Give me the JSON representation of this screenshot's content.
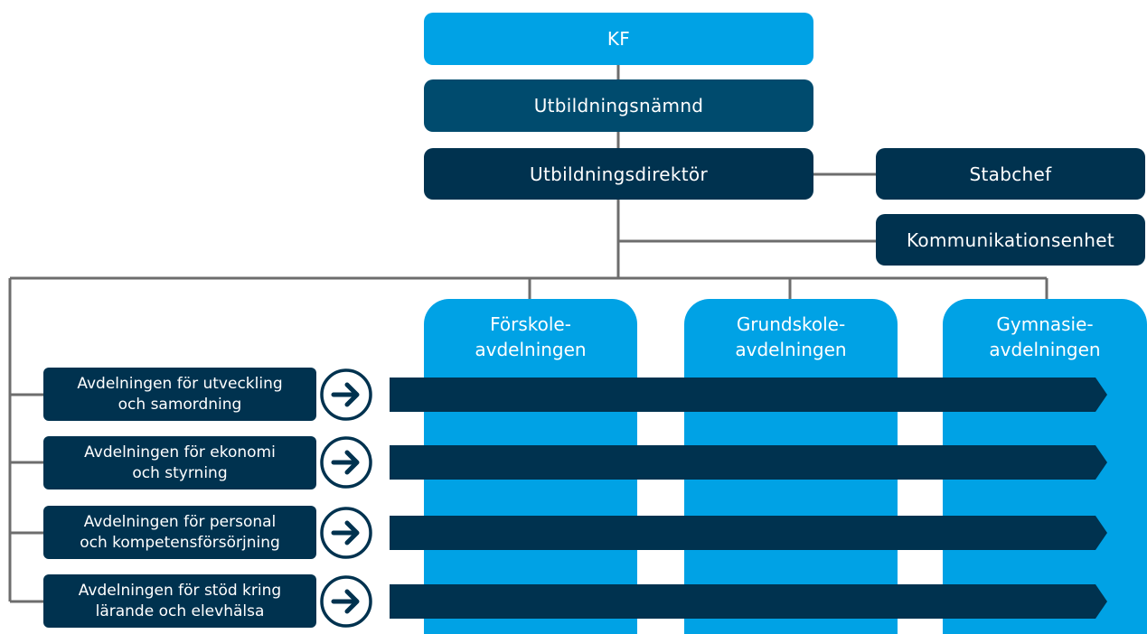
{
  "colors": {
    "light_blue": "#00a2e5",
    "teal": "#004b6e",
    "navy": "#00324f",
    "connector": "#6d6d6d",
    "arrow_icon_fill": "#ffffff"
  },
  "nodes": {
    "kf": "KF",
    "nämnd": "Utbildningsnämnd",
    "direktör": "Utbildningsdirektör",
    "stabchef": "Stabchef",
    "kommunikation": "Kommunikationsenhet"
  },
  "columns": [
    {
      "line1": "Förskole-",
      "line2": "avdelningen"
    },
    {
      "line1": "Grundskole-",
      "line2": "avdelningen"
    },
    {
      "line1": "Gymnasie-",
      "line2": "avdelningen"
    }
  ],
  "departments": [
    {
      "line1": "Avdelningen för utveckling",
      "line2": "och samordning",
      "icon": "arrow-right-icon"
    },
    {
      "line1": "Avdelningen för ekonomi",
      "line2": "och styrning",
      "icon": "arrow-right-icon"
    },
    {
      "line1": "Avdelningen för personal",
      "line2": "och kompetensförsörjning",
      "icon": "arrow-right-icon"
    },
    {
      "line1": "Avdelningen för stöd kring",
      "line2": "lärande och elevhälsa",
      "icon": "arrow-right-icon"
    }
  ]
}
